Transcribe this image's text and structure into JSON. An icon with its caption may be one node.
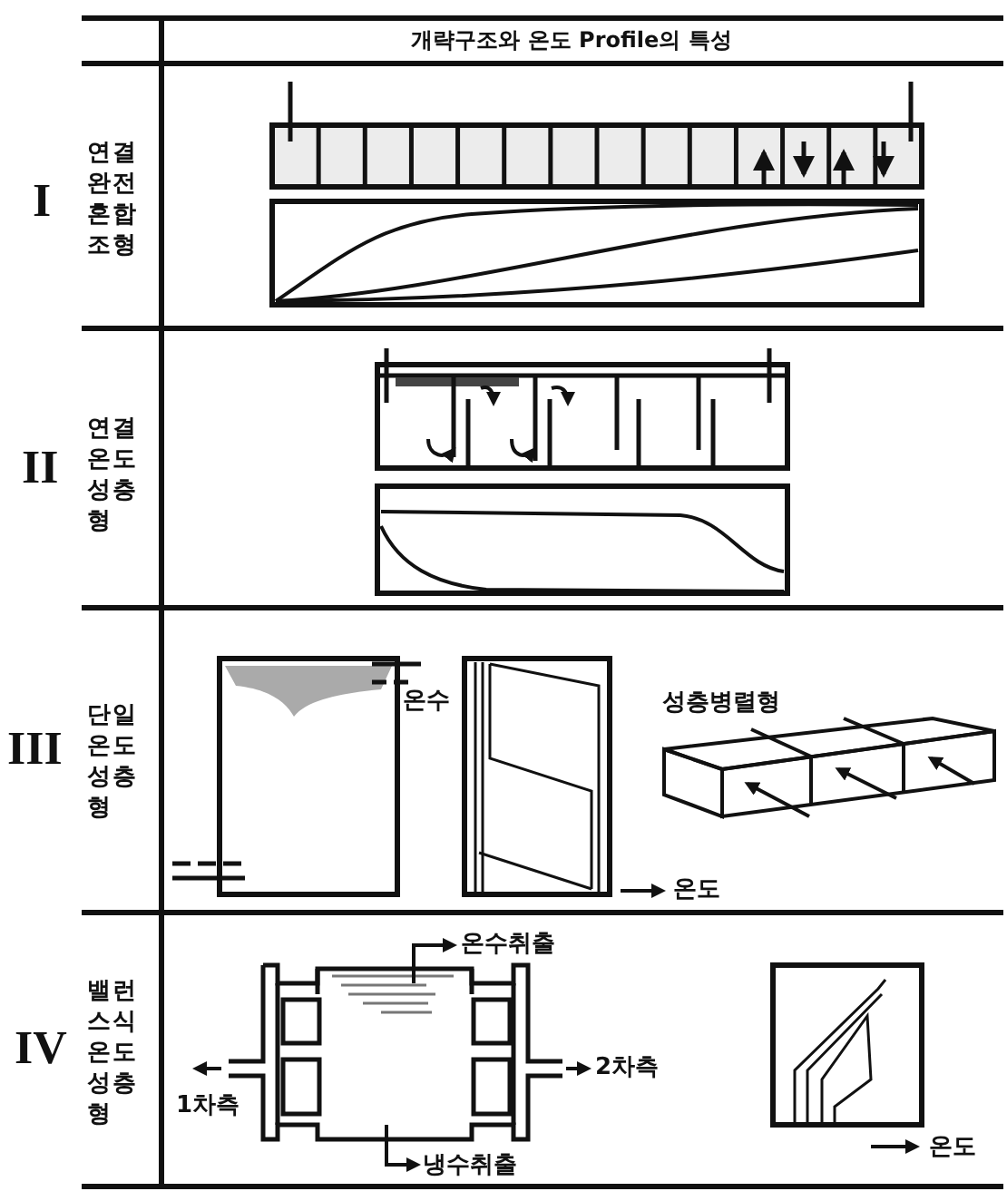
{
  "diagram": {
    "title": "개략구조와 온도 Profile의 특성",
    "labels": [
      "I",
      "연결완전혼합조형",
      "II",
      "연결온도성층형",
      "III",
      "단일온도성층형",
      "온수",
      "성층병렬형",
      "온도",
      "IV",
      "밸런스식온도성층형",
      "온수취출",
      "2차측",
      "1차측",
      "냉수취출",
      "온도"
    ]
  }
}
